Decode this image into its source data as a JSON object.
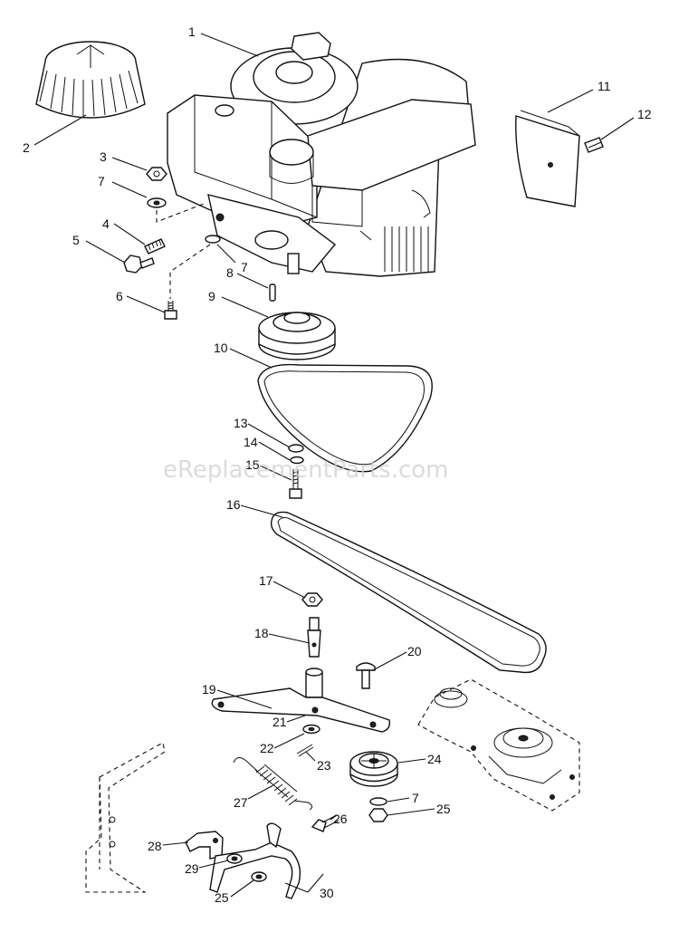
{
  "watermark": "eReplacementParts.com",
  "callouts": [
    "1",
    "2",
    "3",
    "7",
    "4",
    "5",
    "7",
    "8",
    "6",
    "9",
    "10",
    "11",
    "12",
    "13",
    "14",
    "15",
    "16",
    "17",
    "18",
    "19",
    "20",
    "21",
    "22",
    "23",
    "24",
    "7",
    "25",
    "26",
    "27",
    "28",
    "29",
    "25",
    "30"
  ]
}
